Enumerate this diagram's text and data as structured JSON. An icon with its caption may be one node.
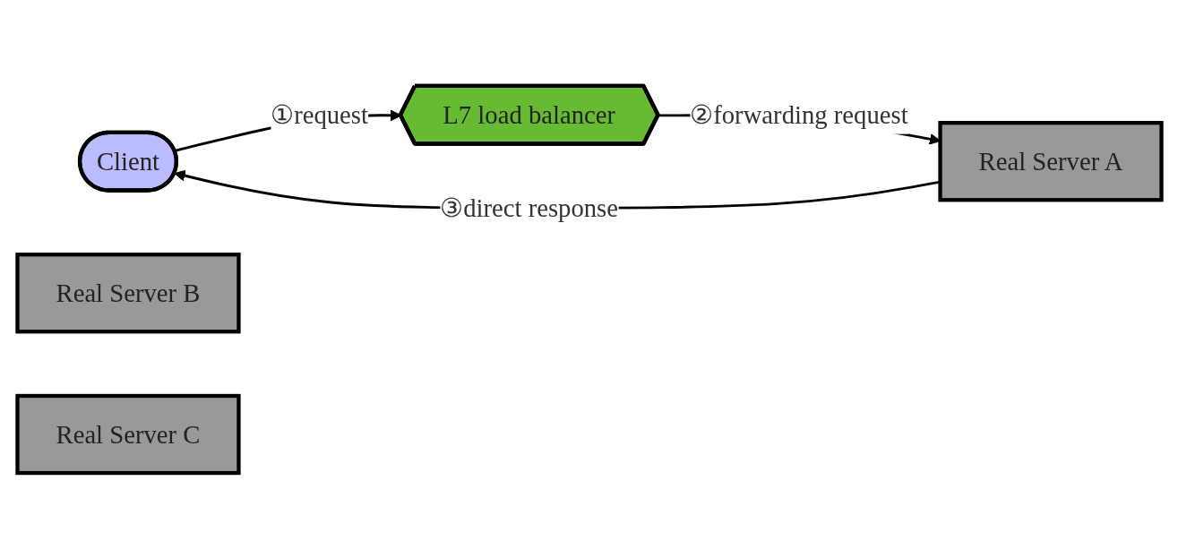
{
  "diagram": {
    "nodes": [
      {
        "text": [
          "Client"
        ]
      },
      {
        "text": [
          "L7 load balancer"
        ]
      },
      {
        "text": [
          "Real Server A"
        ]
      },
      {
        "text": [
          "Real Server B"
        ]
      },
      {
        "text": [
          "Real Server C"
        ]
      }
    ],
    "edges": [
      {
        "from": 0,
        "to": 1,
        "arrow": "to",
        "label": "①request"
      },
      {
        "from": 1,
        "to": 2,
        "arrow": "to",
        "label": "②forwarding request"
      },
      {
        "from": 2,
        "to": 0,
        "arrow": "to",
        "label": "③direct response"
      }
    ]
  }
}
